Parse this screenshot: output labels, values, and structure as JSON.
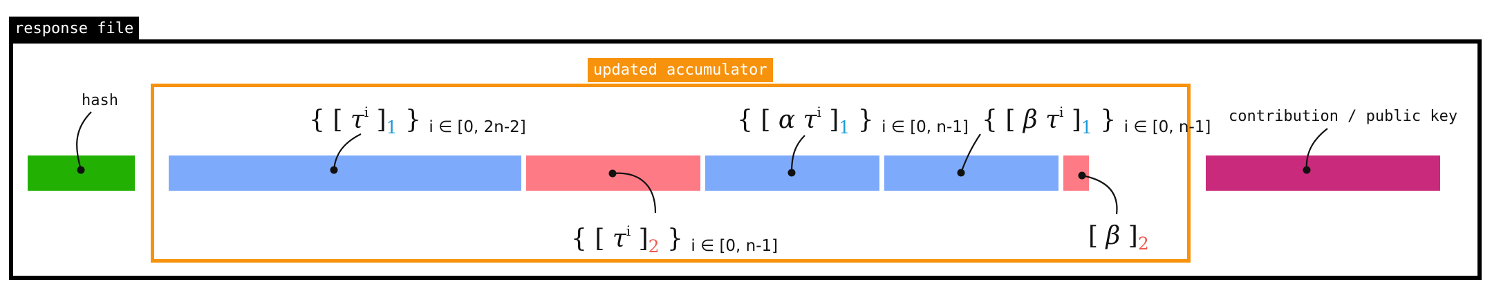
{
  "response_file": {
    "label": "response file"
  },
  "accumulator": {
    "label": "updated accumulator"
  },
  "colors": {
    "hash": "#22b103",
    "g1": "#7eaafb",
    "g2": "#fe7b85",
    "contribution": "#c92a7b",
    "frame": "#000000",
    "accumulator_border": "#f7920d",
    "g1_subscript": "#1a9ad9",
    "g2_subscript": "#ef5a4e"
  },
  "labels": {
    "hash": "hash",
    "contribution": "contribution / public key",
    "tau_g1": {
      "open": "{ [ ",
      "sym": "τ",
      "sup": "i",
      "close": " ]",
      "sub": "1",
      "end": " }",
      "range": "i ∈ [0, 2n-2]"
    },
    "alpha_tau_g1": {
      "open": "{ [ ",
      "sym": "α τ",
      "sup": "i",
      "close": " ]",
      "sub": "1",
      "end": " }",
      "range": "i ∈ [0, n-1]"
    },
    "beta_tau_g1": {
      "open": "{ [ ",
      "sym": "β τ",
      "sup": "i",
      "close": " ]",
      "sub": "1",
      "end": " }",
      "range": "i ∈ [0, n-1]"
    },
    "tau_g2": {
      "open": "{ [ ",
      "sym": "τ",
      "sup": "i",
      "close": " ]",
      "sub": "2",
      "end": " }",
      "range": "i ∈ [0, n-1]"
    },
    "beta_g2": {
      "open": "[ ",
      "sym": "β",
      "close": " ]",
      "sub": "2"
    }
  }
}
